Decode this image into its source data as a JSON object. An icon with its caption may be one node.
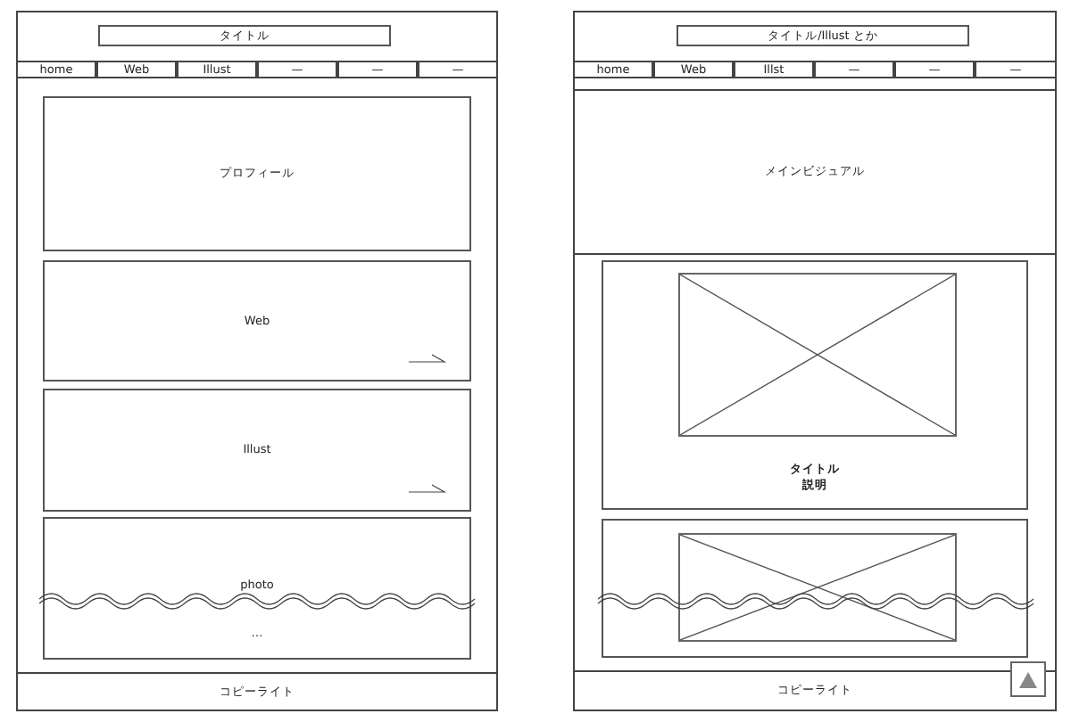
{
  "diagram": {
    "nodes": [
      {
        "text": [
          "タイトル"
        ]
      },
      {
        "text": [
          "home"
        ]
      },
      {
        "text": [
          "Web"
        ]
      },
      {
        "text": [
          "Illust"
        ]
      },
      {
        "text": [
          "—"
        ]
      },
      {
        "text": [
          "—"
        ]
      },
      {
        "text": [
          "—"
        ]
      },
      {
        "text": [
          "プロフィール"
        ]
      },
      {
        "text": [
          "Web"
        ]
      },
      {
        "text": [
          "Illust"
        ]
      },
      {
        "text": [
          "photo",
          "…"
        ]
      },
      {
        "text": [
          "コピーライト"
        ]
      },
      {
        "text": [
          "タイトル/Illust とか"
        ]
      },
      {
        "text": [
          "home"
        ]
      },
      {
        "text": [
          "Web"
        ]
      },
      {
        "text": [
          "Illst"
        ]
      },
      {
        "text": [
          "—"
        ]
      },
      {
        "text": [
          "—"
        ]
      },
      {
        "text": [
          "—"
        ]
      },
      {
        "text": [
          "メインビジュアル"
        ]
      },
      {
        "text": [
          "タイトル",
          "説明"
        ]
      },
      {
        "text": [],
        "shape": "box",
        "in": 20
      },
      {
        "text": [],
        "shape": "box"
      },
      {
        "text": [],
        "shape": "box",
        "in": 22
      },
      {
        "text": [
          "コピーライト"
        ]
      }
    ]
  }
}
